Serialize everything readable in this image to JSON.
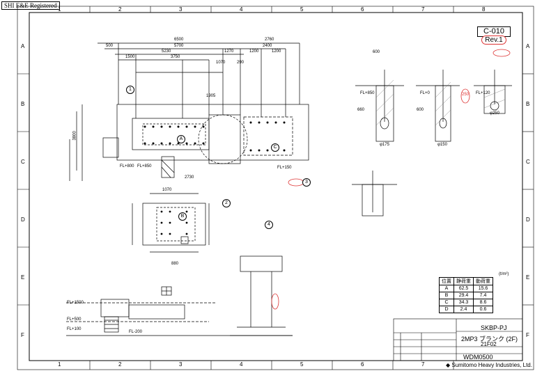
{
  "stamp": "SHI E&E Registered",
  "grid": {
    "columns": [
      "1",
      "2",
      "3",
      "4",
      "5",
      "6",
      "7",
      "8"
    ],
    "rows": [
      "A",
      "B",
      "C",
      "D",
      "E",
      "F"
    ]
  },
  "drawing": {
    "number": "C-010",
    "revision": "Rev.1"
  },
  "dimensions": {
    "d6500": "6500",
    "d5700": "5700",
    "d5230": "5230",
    "d3750": "3750",
    "d2760": "2760",
    "d2400": "2400",
    "d1270": "1270",
    "d1200a": "1200",
    "d1200b": "1200",
    "d1500": "1500",
    "d500": "500",
    "d1070": "1070",
    "d290": "290",
    "d1905": "1905",
    "d3800": "3800",
    "d2730": "2730",
    "d1070b": "1070",
    "d880": "880",
    "d600": "600"
  },
  "floor_levels": {
    "fl800": "FL+800",
    "fl850": "FL+850",
    "fl150": "FL+150",
    "fl1500": "FL+1500",
    "fl500": "FL+500",
    "fl100": "FL+100",
    "fl200": "FL-200"
  },
  "section_levels": {
    "s1": "FL+850",
    "s2": "FL+0",
    "s3": "FL+120"
  },
  "section_dims": {
    "phi175": "φ175",
    "phi150": "φ150",
    "d250": "φ250",
    "d660": "660",
    "d600": "600",
    "d250v": "250"
  },
  "markers": {
    "A": "A",
    "B": "B",
    "C": "C"
  },
  "callouts": {
    "c1": "1",
    "c2": "2",
    "c3": "3",
    "c4": "4"
  },
  "load_table": {
    "unit": "(t/m²)",
    "headers": [
      "位置",
      "静荷重",
      "動荷重"
    ],
    "rows": [
      [
        "A",
        "62.5",
        "15.6"
      ],
      [
        "B",
        "29.4",
        "7.4"
      ],
      [
        "C",
        "34.3",
        "8.6"
      ],
      [
        "D",
        "2.4",
        "0.6"
      ]
    ]
  },
  "title_block": {
    "project": "SKBP-PJ",
    "title": "2MP3 ブランク (2F)",
    "subtitle": "21F02",
    "sheet": "WDM0500",
    "company": "Sumitomo Heavy Industries, Ltd."
  }
}
